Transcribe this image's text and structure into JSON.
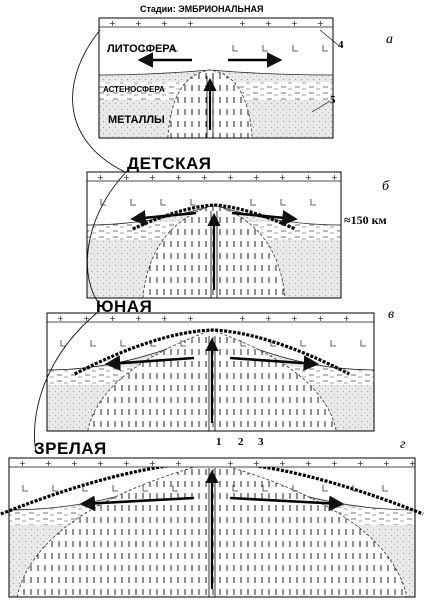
{
  "header": {
    "prefix": "Стадии:",
    "first_stage": "ЭМБРИОНАЛЬНАЯ"
  },
  "panels": [
    {
      "letter": "а",
      "stage": "ЭМБРИОНАЛЬНАЯ"
    },
    {
      "letter": "б",
      "stage": "ДЕТСКАЯ",
      "depth_label": "≈150 км"
    },
    {
      "letter": "в",
      "stage": "ЮНАЯ"
    },
    {
      "letter": "г",
      "stage": "ЗРЕЛАЯ"
    }
  ],
  "layers": {
    "lithosphere": "ЛИТОСФЕРА",
    "asthenosphere": "АСТЕНОСФЕРА",
    "metals": "МЕТАЛЛЫ"
  },
  "callouts": {
    "n1": "1",
    "n2": "2",
    "n3": "3",
    "n4": "4",
    "n5": "5"
  }
}
